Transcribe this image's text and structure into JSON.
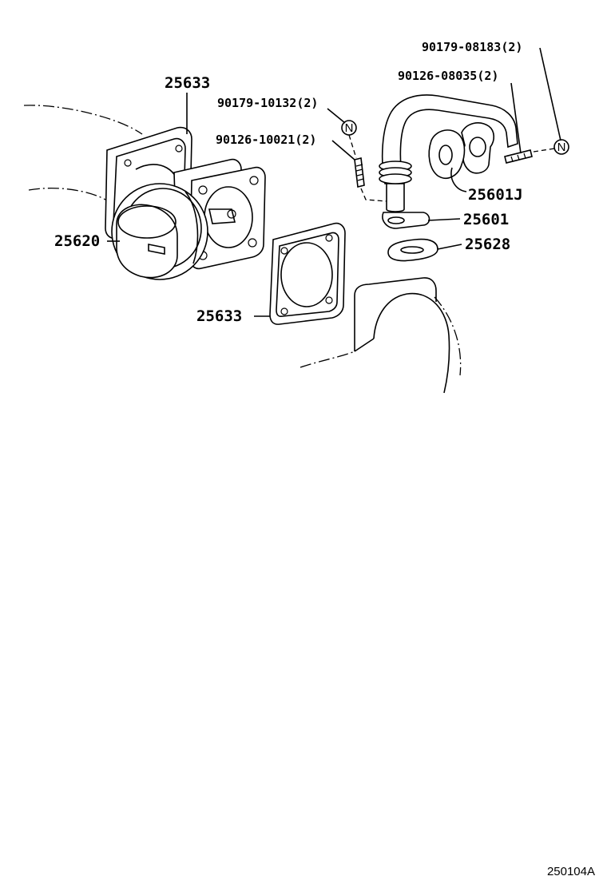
{
  "parts": {
    "gasket_upper": "25633",
    "egr_valve": "25620",
    "gasket_lower": "25633",
    "bolt_upper_left": "90179-10132(2)",
    "stud_left": "90126-10021(2)",
    "nut_right": "90179-08183(2)",
    "stud_right": "90126-08035(2)",
    "pipe_gasket": "25601J",
    "egr_pipe": "25601",
    "pipe_gasket_lower": "25628"
  },
  "markers": {
    "new_part_symbol": "N"
  },
  "reference_code": "250104A"
}
